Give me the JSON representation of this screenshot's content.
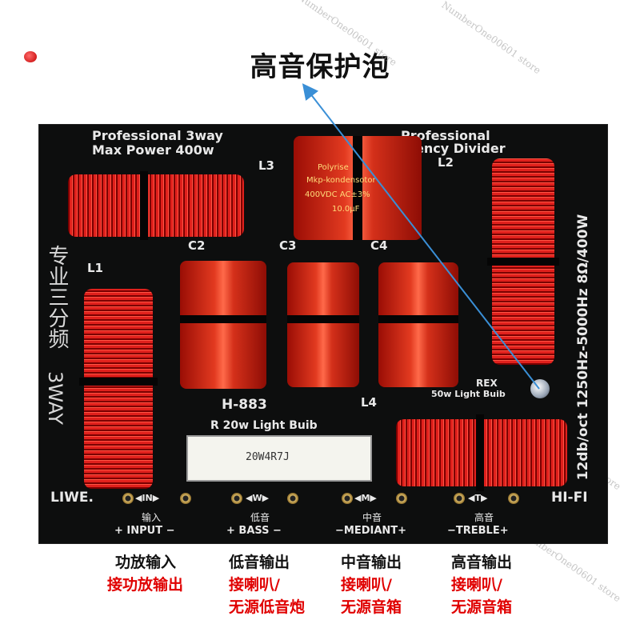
{
  "headline": "高音保护泡",
  "watermark": "NumberOne00601 store",
  "board": {
    "title_left_1": "Professional 3way",
    "title_left_2": "Max Power 400w",
    "title_right_1": "Professional",
    "title_right_2": "ency Divider",
    "model": "H-883",
    "resistor_label": "R 20w Light Buib",
    "resistor_print": "20W4R7J",
    "rex_label": "REX",
    "rex_bulb": "50w Light Buib",
    "side_spec": "12db/oct 1250Hz-5000Hz 8Ω/400W",
    "side_cn_1": "专业三分频",
    "side_cn_2": "3WAY",
    "lwe": "LIWE.",
    "hifi": "HI-FI",
    "coils": {
      "l1": "L1",
      "l2": "L2",
      "l3": "L3",
      "l4": "L4"
    },
    "caps": {
      "c2": "C2",
      "c3": "C3",
      "c4": "C4"
    },
    "cap_main_1": "Polyrise",
    "cap_main_2": "Mkp-kondensotor",
    "cap_main_3": "400VDC AC±3%",
    "cap_main_4": "10.0μF",
    "terminals": [
      {
        "tag": "◀IN▶",
        "cn": "输入",
        "en": "+ INPUT −"
      },
      {
        "tag": "◀W▶",
        "cn": "低音",
        "en": "+ BASS −"
      },
      {
        "tag": "◀M▶",
        "cn": "中音",
        "en": "−MEDIANT+"
      },
      {
        "tag": "◀T▶",
        "cn": "高音",
        "en": "−TREBLE+"
      }
    ]
  },
  "bottom_labels": [
    {
      "black": "功放输入",
      "red1": "接功放输出",
      "red2": ""
    },
    {
      "black": "低音输出",
      "red1": "接喇叭/",
      "red2": "无源低音炮"
    },
    {
      "black": "中音输出",
      "red1": "接喇叭/",
      "red2": "无源音箱"
    },
    {
      "black": "高音输出",
      "red1": "接喇叭/",
      "red2": "无源音箱"
    }
  ],
  "colors": {
    "board": "#0d0e0e",
    "copper_red": "#e0201c",
    "arrow": "#3a8fd6",
    "label_red": "#e00000"
  }
}
